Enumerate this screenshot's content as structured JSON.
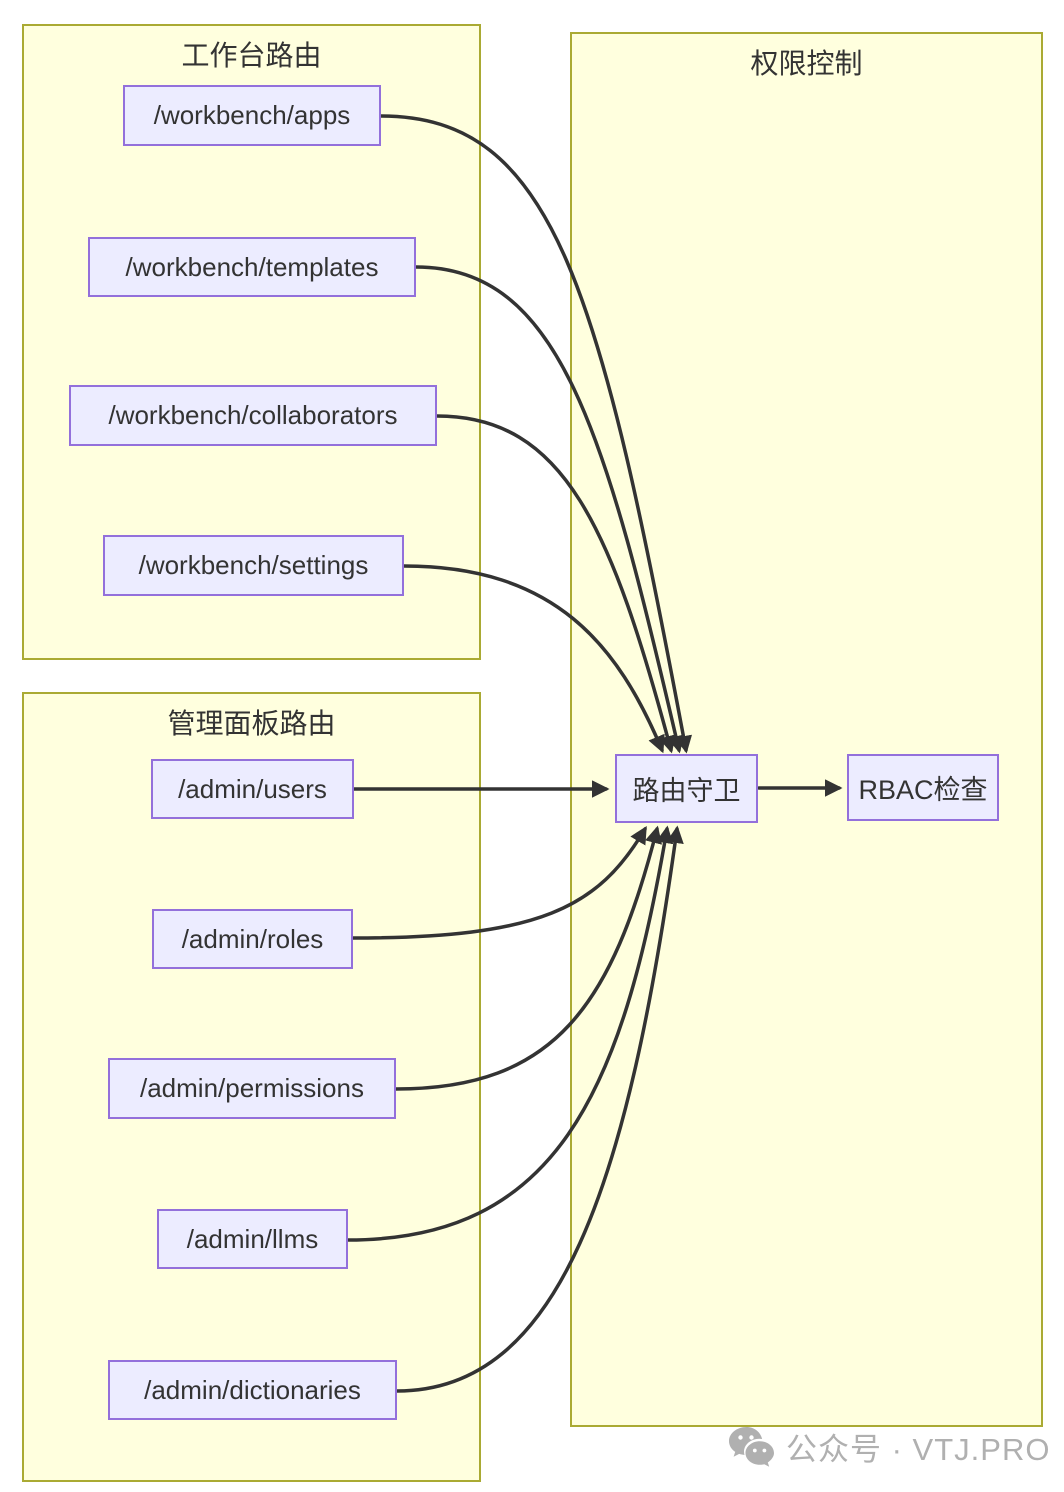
{
  "diagram": {
    "clusters": [
      {
        "id": "workbench",
        "title": "工作台路由"
      },
      {
        "id": "admin",
        "title": "管理面板路由"
      },
      {
        "id": "permission",
        "title": "权限控制"
      }
    ],
    "nodes": [
      {
        "id": "wb-apps",
        "label": "/workbench/apps"
      },
      {
        "id": "wb-templates",
        "label": "/workbench/templates"
      },
      {
        "id": "wb-collaborators",
        "label": "/workbench/collaborators"
      },
      {
        "id": "wb-settings",
        "label": "/workbench/settings"
      },
      {
        "id": "ad-users",
        "label": "/admin/users"
      },
      {
        "id": "ad-roles",
        "label": "/admin/roles"
      },
      {
        "id": "ad-permissions",
        "label": "/admin/permissions"
      },
      {
        "id": "ad-llms",
        "label": "/admin/llms"
      },
      {
        "id": "ad-dictionaries",
        "label": "/admin/dictionaries"
      },
      {
        "id": "guard",
        "label": "路由守卫"
      },
      {
        "id": "rbac",
        "label": "RBAC检查"
      }
    ],
    "edges": [
      {
        "from": "wb-apps",
        "to": "guard"
      },
      {
        "from": "wb-templates",
        "to": "guard"
      },
      {
        "from": "wb-collaborators",
        "to": "guard"
      },
      {
        "from": "wb-settings",
        "to": "guard"
      },
      {
        "from": "ad-users",
        "to": "guard"
      },
      {
        "from": "ad-roles",
        "to": "guard"
      },
      {
        "from": "ad-permissions",
        "to": "guard"
      },
      {
        "from": "ad-llms",
        "to": "guard"
      },
      {
        "from": "ad-dictionaries",
        "to": "guard"
      },
      {
        "from": "guard",
        "to": "rbac"
      }
    ],
    "colors": {
      "cluster_fill": "#ffffde",
      "cluster_border": "#aaaa33",
      "node_fill": "#ececff",
      "node_border": "#9370db",
      "edge": "#333333",
      "text": "#333333"
    }
  },
  "watermark": {
    "icon": "wechat-icon",
    "text": "公众号 · VTJ.PRO"
  }
}
